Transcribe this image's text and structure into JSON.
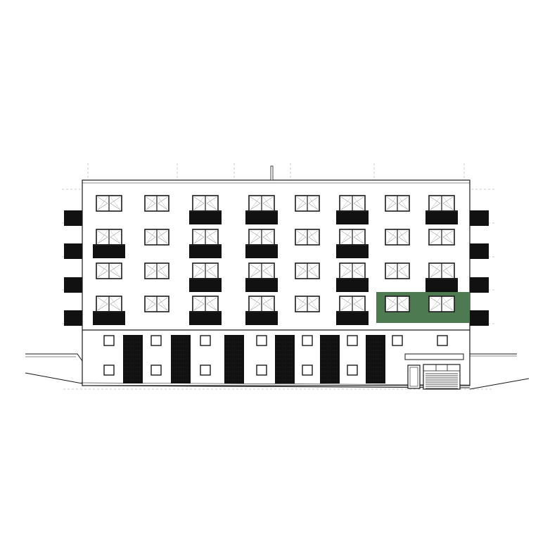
{
  "drawing": {
    "type": "building-elevation",
    "upper_floors": 4,
    "window_columns": 8,
    "ground_floor": {
      "door_count": 1,
      "garage_door_count": 1,
      "greenery_panel_count": 6
    },
    "highlighted_unit": {
      "floor": 1,
      "columns": [
        7,
        8
      ]
    },
    "balconies": [
      {
        "floor": 4,
        "columns": [
          3,
          4,
          6,
          8
        ]
      },
      {
        "floor": 3,
        "columns": [
          1,
          3,
          4,
          6
        ]
      },
      {
        "floor": 2,
        "columns": [
          3,
          4,
          6,
          8
        ]
      },
      {
        "floor": 1,
        "columns": [
          1,
          3,
          4,
          6
        ]
      }
    ],
    "side_balconies": {
      "left_floors": [
        4,
        3,
        2,
        1
      ],
      "right_floors": [
        4,
        3,
        2,
        1
      ]
    }
  },
  "colors": {
    "line": "#1a1a1a",
    "fill_dark": "#111111",
    "highlight": "#4e7a52",
    "guide": "#bdbdbd",
    "background": "#ffffff"
  }
}
